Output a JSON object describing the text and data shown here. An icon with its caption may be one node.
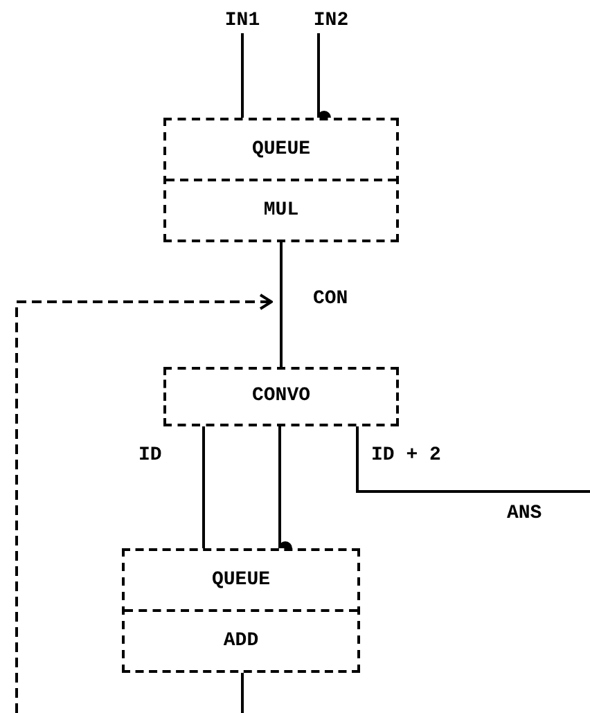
{
  "diagram": {
    "nodes": [
      {
        "text": [
          "IN1"
        ]
      },
      {
        "text": [
          "IN2"
        ]
      },
      {
        "text": [
          "QUEUE",
          "MUL"
        ]
      },
      {
        "text": [
          "CONVO"
        ]
      },
      {
        "text": [
          "QUEUE",
          "ADD"
        ]
      }
    ],
    "edges": [
      {
        "from": 0,
        "to": 2,
        "arrow": "none"
      },
      {
        "from": 1,
        "to": 2,
        "arrow": "other"
      },
      {
        "from": 2,
        "to": 3,
        "arrow": "none",
        "label": "CON"
      },
      {
        "from": null,
        "to": 3,
        "arrow": "to",
        "style": "dashed"
      },
      {
        "from": 3,
        "to": 4,
        "arrow": "none",
        "label": "ID"
      },
      {
        "from": 3,
        "to": 4,
        "arrow": "other"
      },
      {
        "from": 3,
        "to": null,
        "arrow": "none",
        "label": "ID + 2"
      },
      {
        "from": 4,
        "to": null,
        "arrow": "none"
      }
    ],
    "labels": [
      "ANS"
    ]
  }
}
